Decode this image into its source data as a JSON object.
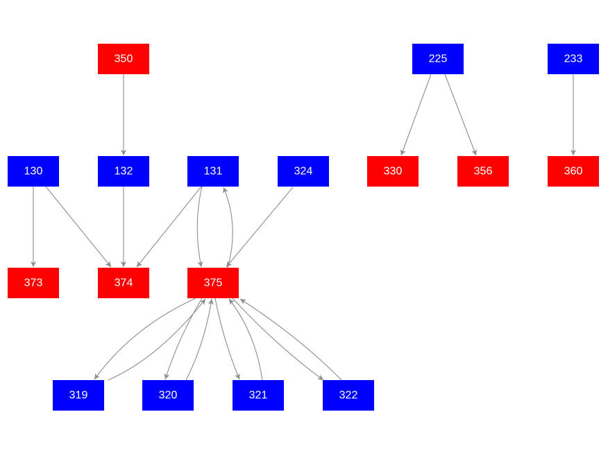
{
  "colors": {
    "red": "#ff0000",
    "blue": "#0000ff",
    "edge": "#8c8c8c"
  },
  "nodes": [
    {
      "id": "350",
      "color": "red"
    },
    {
      "id": "225",
      "color": "blue"
    },
    {
      "id": "233",
      "color": "blue"
    },
    {
      "id": "130",
      "color": "blue"
    },
    {
      "id": "132",
      "color": "blue"
    },
    {
      "id": "131",
      "color": "blue"
    },
    {
      "id": "324",
      "color": "blue"
    },
    {
      "id": "330",
      "color": "red"
    },
    {
      "id": "356",
      "color": "red"
    },
    {
      "id": "360",
      "color": "red"
    },
    {
      "id": "373",
      "color": "red"
    },
    {
      "id": "374",
      "color": "red"
    },
    {
      "id": "375",
      "color": "red"
    },
    {
      "id": "319",
      "color": "blue"
    },
    {
      "id": "320",
      "color": "blue"
    },
    {
      "id": "321",
      "color": "blue"
    },
    {
      "id": "322",
      "color": "blue"
    }
  ],
  "edges": [
    {
      "from": "350",
      "to": "132"
    },
    {
      "from": "225",
      "to": "330"
    },
    {
      "from": "225",
      "to": "356"
    },
    {
      "from": "233",
      "to": "360"
    },
    {
      "from": "130",
      "to": "373"
    },
    {
      "from": "130",
      "to": "374"
    },
    {
      "from": "132",
      "to": "374"
    },
    {
      "from": "131",
      "to": "374"
    },
    {
      "from": "131",
      "to": "375"
    },
    {
      "from": "375",
      "to": "131"
    },
    {
      "from": "324",
      "to": "375"
    },
    {
      "from": "375",
      "to": "319"
    },
    {
      "from": "319",
      "to": "375"
    },
    {
      "from": "375",
      "to": "320"
    },
    {
      "from": "320",
      "to": "375"
    },
    {
      "from": "375",
      "to": "321"
    },
    {
      "from": "321",
      "to": "375"
    },
    {
      "from": "375",
      "to": "322"
    },
    {
      "from": "322",
      "to": "375"
    }
  ]
}
